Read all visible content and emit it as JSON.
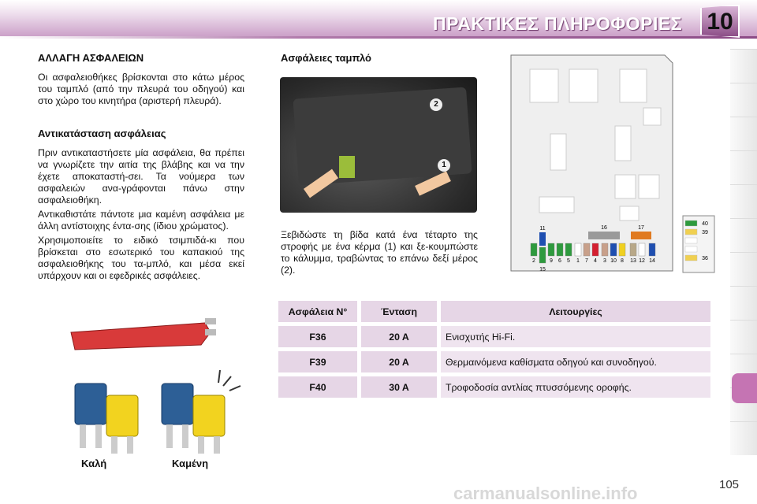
{
  "header": {
    "title": "ΠΡΑΚΤΙΚΕΣ ΠΛΗΡΟΦΟΡΙΕΣ",
    "chapter": "10"
  },
  "left": {
    "heading1": "ΑΛΛΑΓΗ ΑΣΦΑΛΕΙΩΝ",
    "para1": "Οι ασφαλειοθήκες βρίσκονται στο κάτω μέρος του ταμπλό (από την πλευρά του οδηγού) και στο χώρο του κινητήρα (αριστερή πλευρά).",
    "heading2": "Αντικατάσταση ασφάλειας",
    "para2": "Πριν αντικαταστήσετε μία ασφάλεια, θα πρέπει να γνωρίζετε την αιτία της βλάβης και να την έχετε αποκαταστή-σει. Τα νούμερα των ασφαλειών ανα-γράφονται πάνω στην ασφαλειοθήκη.",
    "para3": "Αντικαθιστάτε πάντοτε μια καμένη ασφάλεια με άλλη αντίστοιχης έντα-σης (ίδιου χρώματος).",
    "para4": "Χρησιμοποιείτε το ειδικό τσιμπιδά-κι που βρίσκεται στο εσωτερικό του καπακιού της ασφαλειοθήκης του τα-μπλό, και μέσα εκεί υπάρχουν και οι εφεδρικές ασφάλειες.",
    "caption_good": "Καλή",
    "caption_blown": "Καμένη"
  },
  "middle": {
    "heading": "Ασφάλειες ταμπλό",
    "photo_callouts": [
      "1",
      "2"
    ],
    "instruction": "Ξεβιδώστε τη βίδα κατά ένα τέταρτο της στροφής με ένα κέρμα (1) και ξε-κουμπώστε το κάλυμμα, τραβώντας το επάνω δεξί μέρος (2)."
  },
  "diagram": {
    "fuses": [
      {
        "label": "2",
        "color": "#2e9a3e"
      },
      {
        "label": "15",
        "color": "#2e9a3e"
      },
      {
        "label": "9",
        "color": "#2e9a3e"
      },
      {
        "label": "6",
        "color": "#2e9a3e"
      },
      {
        "label": "5",
        "color": "#2e9a3e"
      },
      {
        "label": "1",
        "color": "#ffffff"
      },
      {
        "label": "7",
        "color": "#c8a08a"
      },
      {
        "label": "4",
        "color": "#d42030"
      },
      {
        "label": "3",
        "color": "#c8a08a"
      },
      {
        "label": "10",
        "color": "#1f4fb0"
      },
      {
        "label": "8",
        "color": "#f0d020"
      },
      {
        "label": "13",
        "color": "#b8a888"
      },
      {
        "label": "12",
        "color": "#ffffff"
      },
      {
        "label": "14",
        "color": "#1f4fb0"
      }
    ],
    "fuse_top": {
      "label": "11",
      "color": "#1f4fb0"
    },
    "bar16": {
      "label": "16",
      "color": "#9a9a9a"
    },
    "bar17": {
      "label": "17",
      "color": "#e07a20"
    },
    "side": [
      {
        "label": "40",
        "color": "#2e9a3e"
      },
      {
        "label": "39",
        "color": "#f0d050"
      },
      {
        "label": "",
        "color": "#ffffff"
      },
      {
        "label": "",
        "color": "#ffffff"
      },
      {
        "label": "36",
        "color": "#f0d050"
      }
    ]
  },
  "table": {
    "headers": [
      "Ασφάλεια N°",
      "Ένταση",
      "Λειτουργίες"
    ],
    "rows": [
      {
        "fuse": "F36",
        "amps": "20 A",
        "function": "Ενισχυτής Hi-Fi."
      },
      {
        "fuse": "F39",
        "amps": "20 A",
        "function": "Θερμαινόμενα καθίσματα οδηγού και συνοδηγού."
      },
      {
        "fuse": "F40",
        "amps": "30 A",
        "function": "Τροφοδοσία αντλίας πτυσσόμενης οροφής."
      }
    ]
  },
  "footer": {
    "page": "105",
    "watermark": "carmanualsonline.info"
  }
}
